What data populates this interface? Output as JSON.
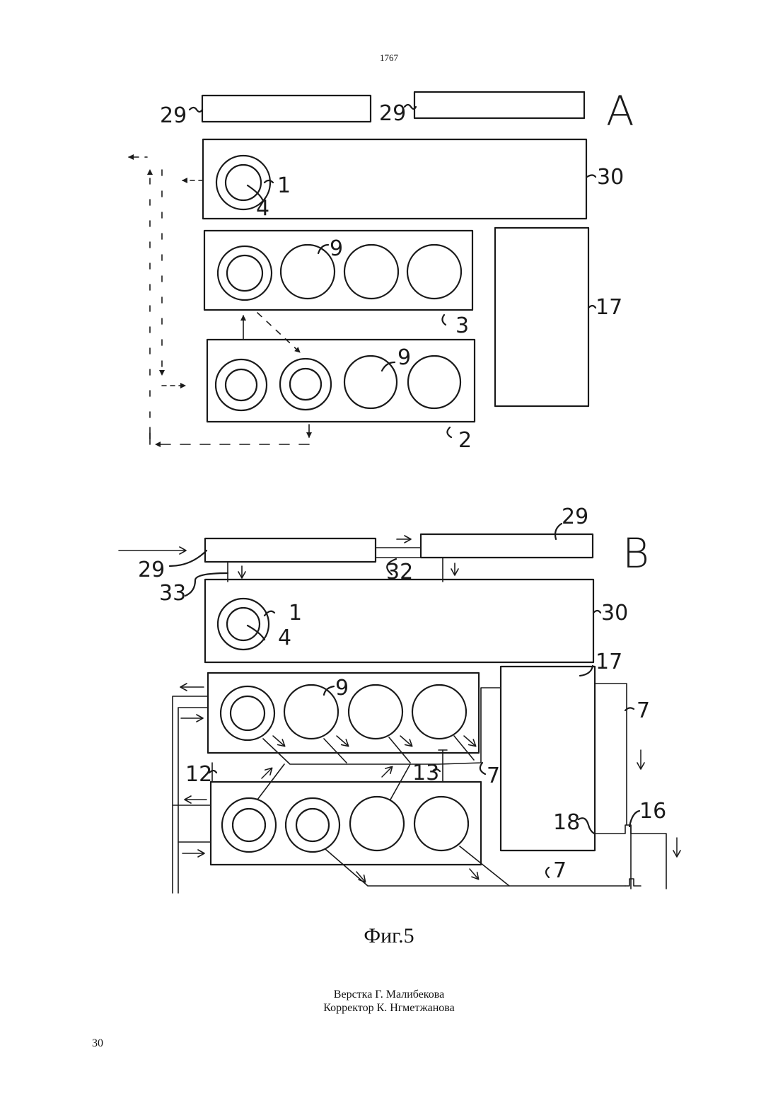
{
  "header": {
    "doc_number": "1767"
  },
  "figure": {
    "caption": "Фиг.5",
    "panel_a": {
      "letter": "A",
      "labels": {
        "tray_left": "29",
        "tray_right": "29",
        "unit_30": "30",
        "ring_1": "1",
        "core_4": "4",
        "ring_9_upper": "9",
        "unit_3": "3",
        "unit_17": "17",
        "ring_9_lower": "9",
        "unit_2": "2"
      }
    },
    "panel_b": {
      "letter": "B",
      "labels": {
        "tray_right": "29",
        "tray_left": "29",
        "pipe_32": "32",
        "pipe_33": "33",
        "unit_30": "30",
        "ring_1": "1",
        "core_4": "4",
        "unit_17": "17",
        "ring_9": "9",
        "line_7_right": "7",
        "pipe_12": "12",
        "pipe_13": "13",
        "line_7_mid": "7",
        "node_18": "18",
        "node_16": "16",
        "line_7_bottom": "7"
      }
    }
  },
  "footer": {
    "credit_layout": "Верстка Г. Малибекова",
    "credit_proof": "Корректор К. Нгметжанова",
    "page_number": "30"
  }
}
